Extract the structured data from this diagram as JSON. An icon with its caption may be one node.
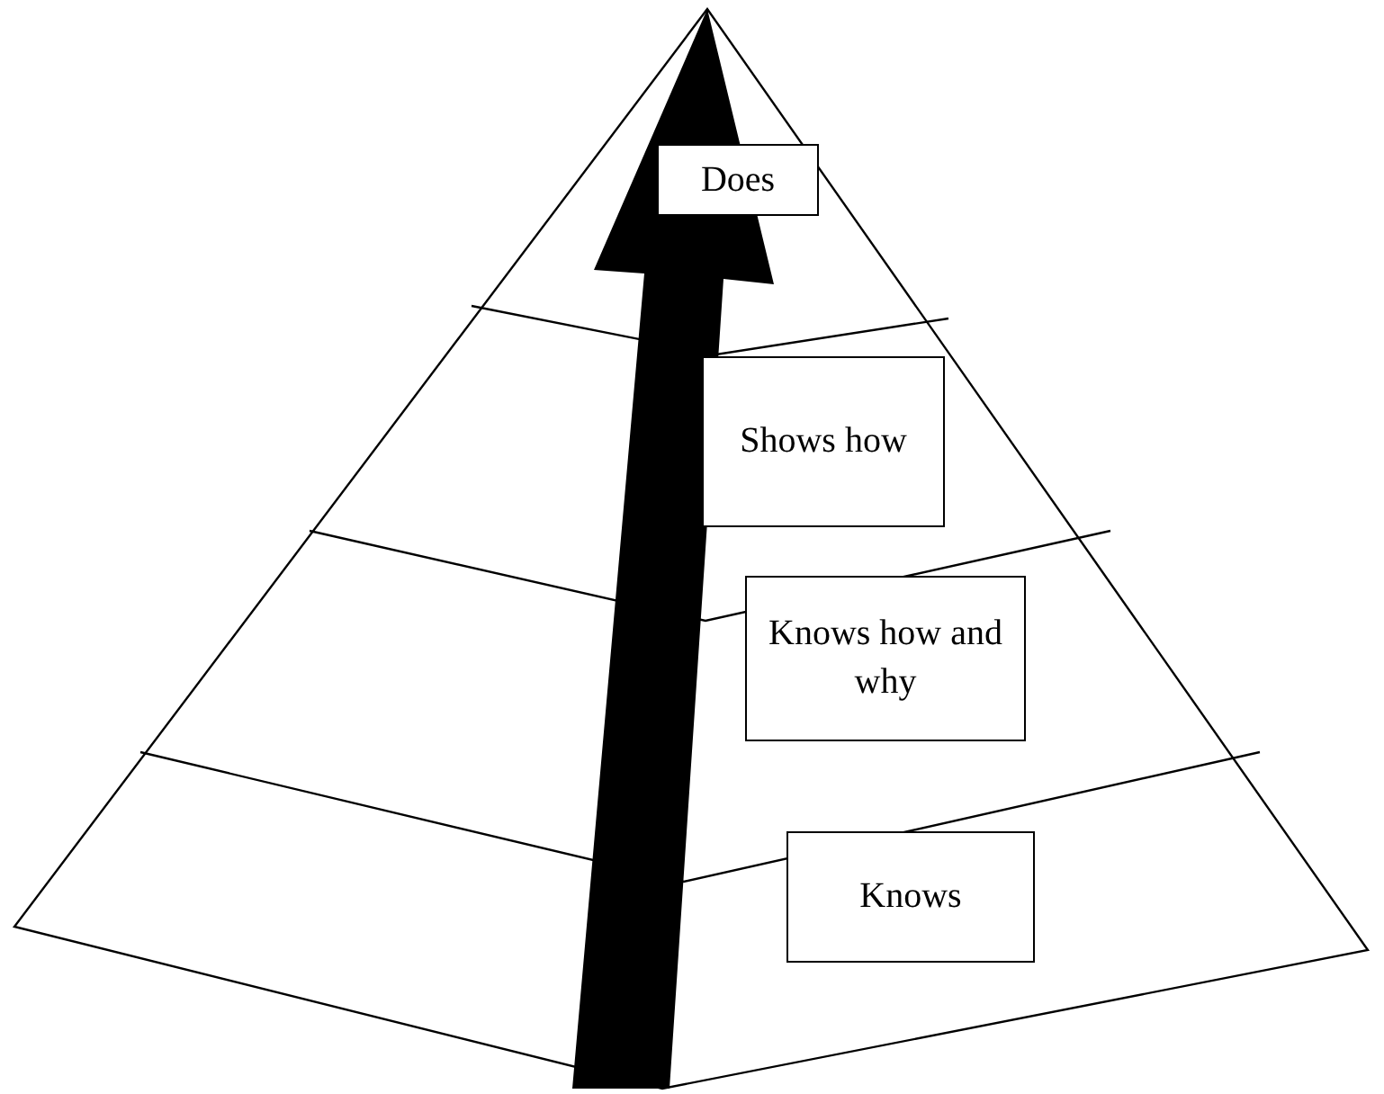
{
  "diagram": {
    "nodes": [
      {
        "text": [
          "Does"
        ]
      },
      {
        "text": [
          "Shows how"
        ]
      },
      {
        "text": [
          "Knows how and why"
        ]
      },
      {
        "text": [
          "Knows"
        ]
      }
    ]
  }
}
